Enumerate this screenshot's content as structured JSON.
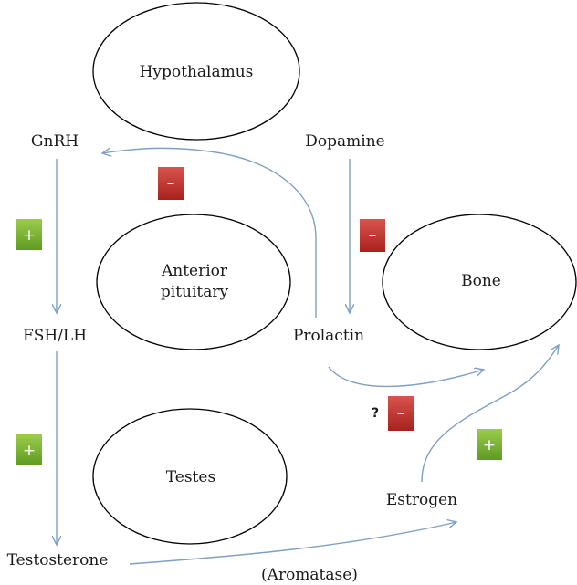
{
  "organs": {
    "hypothalamus": "Hypothalamus",
    "anterior_pituitary_line1": "Anterior",
    "anterior_pituitary_line2": "pituitary",
    "bone": "Bone",
    "testes": "Testes"
  },
  "hormones": {
    "gnrh": "GnRH",
    "dopamine": "Dopamine",
    "fsh_lh": "FSH/LH",
    "prolactin": "Prolactin",
    "estrogen": "Estrogen",
    "testosterone": "Testosterone",
    "aromatase": "(Aromatase)"
  },
  "effects": {
    "plus": "+",
    "minus": "–",
    "question": "?"
  },
  "colors": {
    "arrow": "#7f9fc4",
    "minus_badge_top": "#d9534f",
    "minus_badge_bottom": "#a8211c",
    "plus_badge_top": "#9ccc4a",
    "plus_badge_bottom": "#5f9a23"
  }
}
